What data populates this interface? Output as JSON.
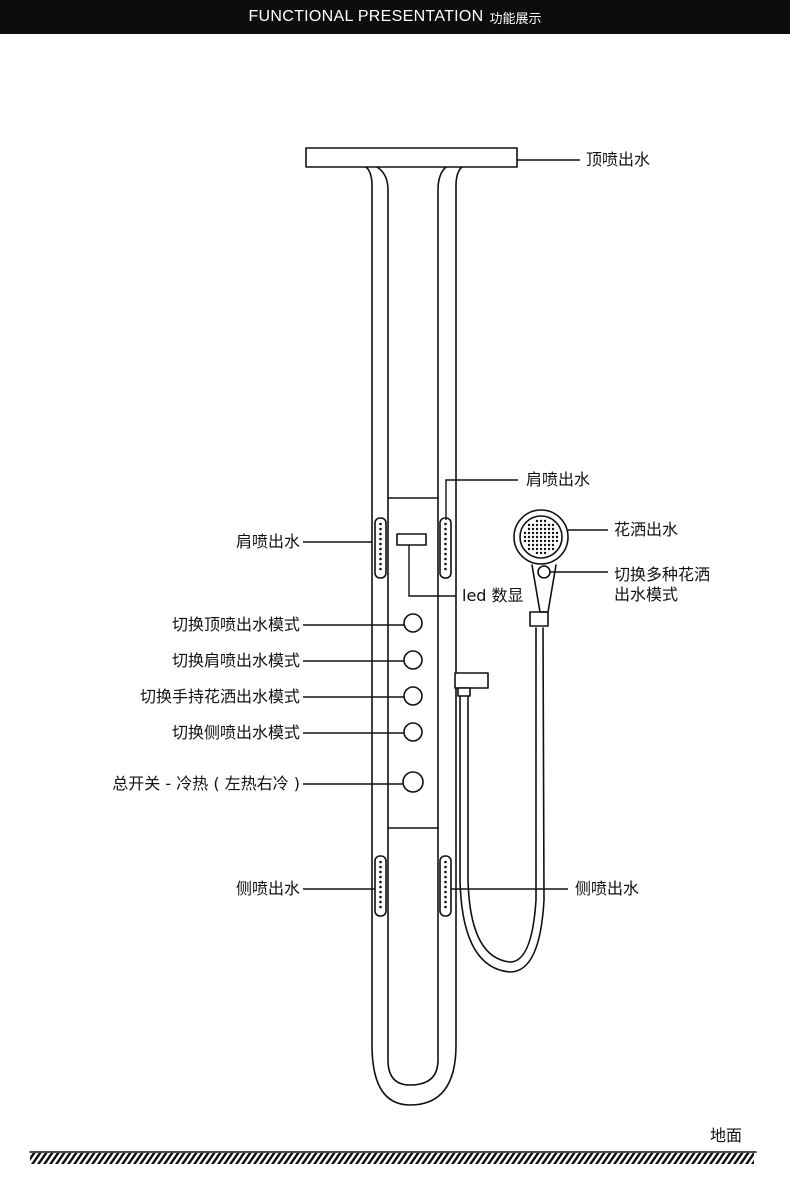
{
  "header": {
    "title": "FUNCTIONAL PRESENTATION",
    "subtitle": "功能展示"
  },
  "labels": {
    "top_spray": "顶喷出水",
    "shoulder_spray_right": "肩喷出水",
    "shoulder_spray_left": "肩喷出水",
    "hand_shower": "花洒出水",
    "switch_shower_modes": "切换多种花洒\n出水模式",
    "led_display": "led 数显",
    "switch_top_mode": "切换顶喷出水模式",
    "switch_shoulder_mode": "切换肩喷出水模式",
    "switch_handheld_mode": "切换手持花洒出水模式",
    "switch_side_mode": "切换侧喷出水模式",
    "main_switch": "总开关 - 冷热 ( 左热右冷 )",
    "side_spray_left": "侧喷出水",
    "side_spray_right": "侧喷出水",
    "ground": "地面"
  }
}
